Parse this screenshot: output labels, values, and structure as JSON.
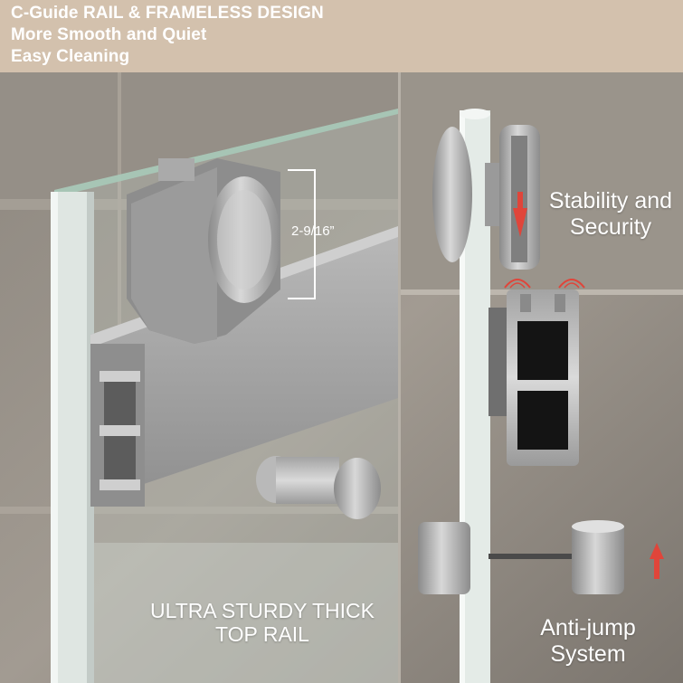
{
  "banner": {
    "line1": "C-Guide RAIL & FRAMELESS DESIGN",
    "line2": "More Smooth and Quiet",
    "line3": "Easy Cleaning"
  },
  "labels": {
    "dimension": "2-9/16”",
    "rail_line1": "ULTRA STURDY THICK",
    "rail_line2": "TOP RAIL",
    "stability_line1": "Stability and",
    "stability_line2": "Security",
    "antijump_line1": "Anti-jump",
    "antijump_line2": "System"
  },
  "colors": {
    "banner": "#d3c1ad",
    "accent_arrow": "#e0453a"
  }
}
